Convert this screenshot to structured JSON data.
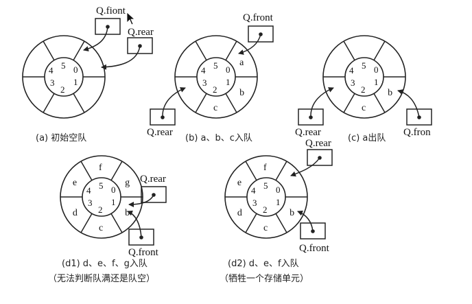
{
  "labels": {
    "front": "Q.front",
    "front_a": "Q.fiont",
    "front_c": "Q.fron",
    "rear": "Q.rear"
  },
  "indices": [
    "0",
    "1",
    "2",
    "3",
    "4",
    "5"
  ],
  "diagrams": [
    {
      "id": "a",
      "caption": "(a) 初始空队",
      "caption2": "",
      "slots": [
        "",
        "",
        "",
        "",
        "",
        ""
      ]
    },
    {
      "id": "b",
      "caption": "(b) a、b、c入队",
      "caption2": "",
      "slots": [
        "a",
        "b",
        "c",
        "",
        "",
        ""
      ]
    },
    {
      "id": "c",
      "caption": "(c) a出队",
      "caption2": "",
      "slots": [
        "",
        "b",
        "c",
        "",
        "",
        ""
      ]
    },
    {
      "id": "d1",
      "caption": "(d1) d、e、f、g入队",
      "caption2": "（无法判断队满还是队空）",
      "slots": [
        "g",
        "b",
        "c",
        "d",
        "e",
        "f"
      ]
    },
    {
      "id": "d2",
      "caption": "(d2) d、e、f入队",
      "caption2": "（牺牲一个存储单元）",
      "slots": [
        "",
        "b",
        "c",
        "d",
        "e",
        "f"
      ]
    }
  ],
  "colors": {
    "ink": "#222222",
    "background": "#ffffff"
  }
}
